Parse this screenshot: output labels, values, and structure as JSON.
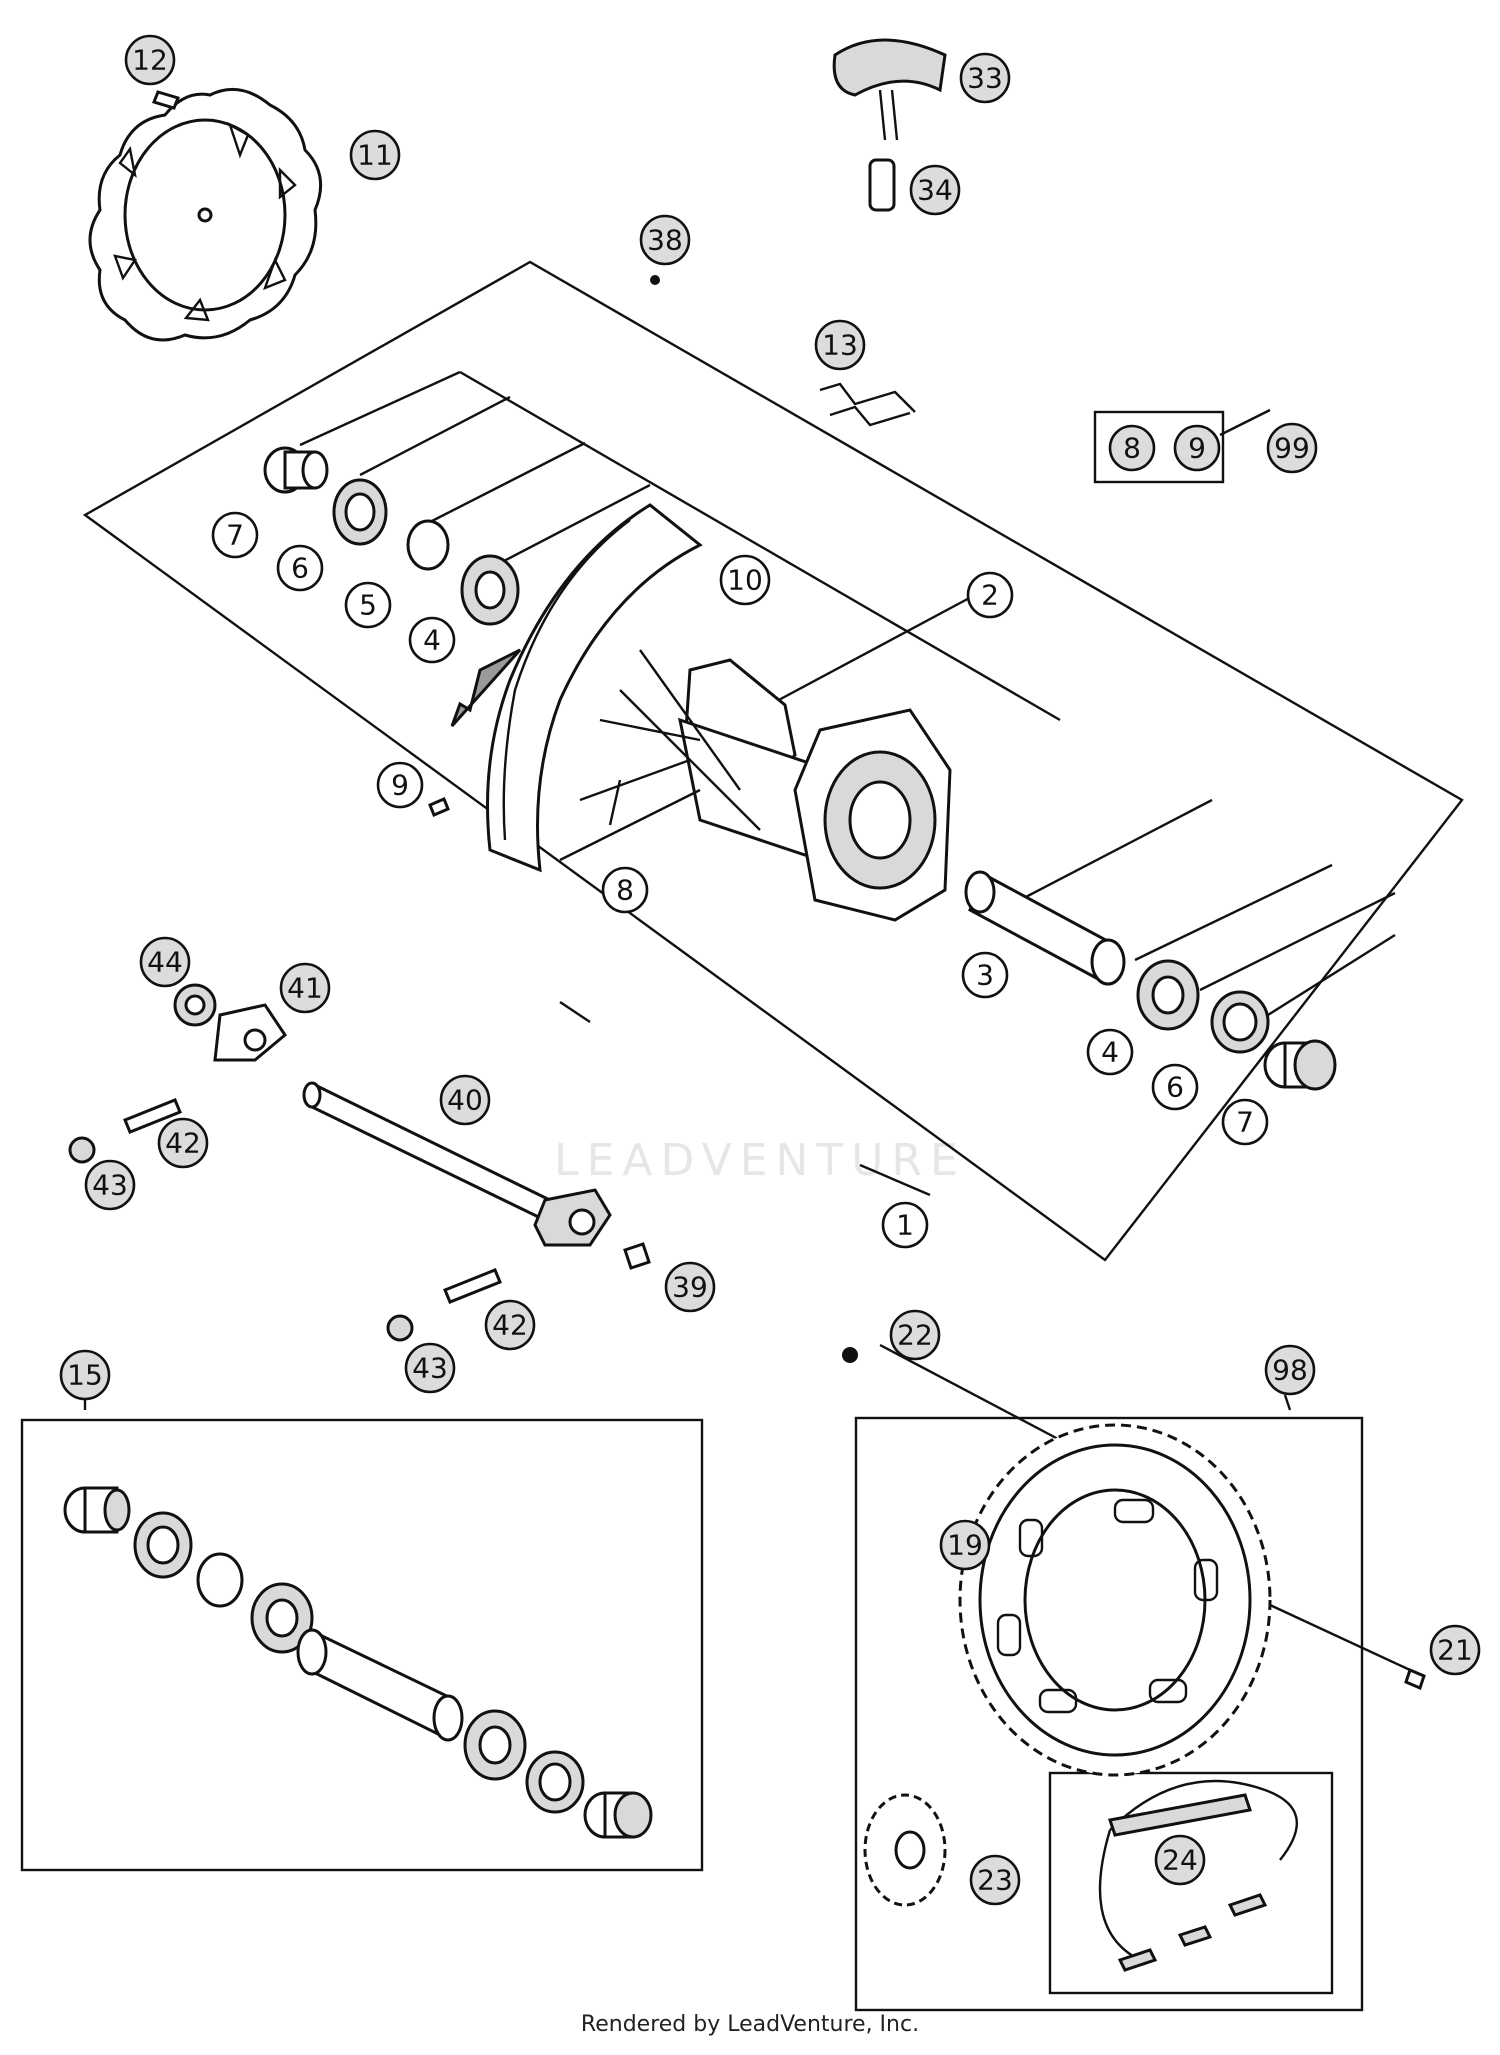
{
  "diagram": {
    "callouts": [
      {
        "id": "c12",
        "label": "12"
      },
      {
        "id": "c11",
        "label": "11"
      },
      {
        "id": "c33",
        "label": "33"
      },
      {
        "id": "c34",
        "label": "34"
      },
      {
        "id": "c38",
        "label": "38"
      },
      {
        "id": "c13",
        "label": "13"
      },
      {
        "id": "c8k",
        "label": "8"
      },
      {
        "id": "c9k",
        "label": "9"
      },
      {
        "id": "c99",
        "label": "99"
      },
      {
        "id": "c7a",
        "label": "7"
      },
      {
        "id": "c6a",
        "label": "6"
      },
      {
        "id": "c5",
        "label": "5"
      },
      {
        "id": "c4a",
        "label": "4"
      },
      {
        "id": "c10",
        "label": "10"
      },
      {
        "id": "c2",
        "label": "2"
      },
      {
        "id": "c9",
        "label": "9"
      },
      {
        "id": "c8",
        "label": "8"
      },
      {
        "id": "c3",
        "label": "3"
      },
      {
        "id": "c4b",
        "label": "4"
      },
      {
        "id": "c6b",
        "label": "6"
      },
      {
        "id": "c7b",
        "label": "7"
      },
      {
        "id": "c1",
        "label": "1"
      },
      {
        "id": "c44",
        "label": "44"
      },
      {
        "id": "c41",
        "label": "41"
      },
      {
        "id": "c40",
        "label": "40"
      },
      {
        "id": "c42a",
        "label": "42"
      },
      {
        "id": "c43a",
        "label": "43"
      },
      {
        "id": "c39",
        "label": "39"
      },
      {
        "id": "c42b",
        "label": "42"
      },
      {
        "id": "c43b",
        "label": "43"
      },
      {
        "id": "c15",
        "label": "15"
      },
      {
        "id": "c22",
        "label": "22"
      },
      {
        "id": "c98",
        "label": "98"
      },
      {
        "id": "c19",
        "label": "19"
      },
      {
        "id": "c21",
        "label": "21"
      },
      {
        "id": "c24",
        "label": "24"
      },
      {
        "id": "c23",
        "label": "23"
      }
    ]
  },
  "watermark": "LEADVENTURE",
  "footer": "Rendered by LeadVenture, Inc."
}
